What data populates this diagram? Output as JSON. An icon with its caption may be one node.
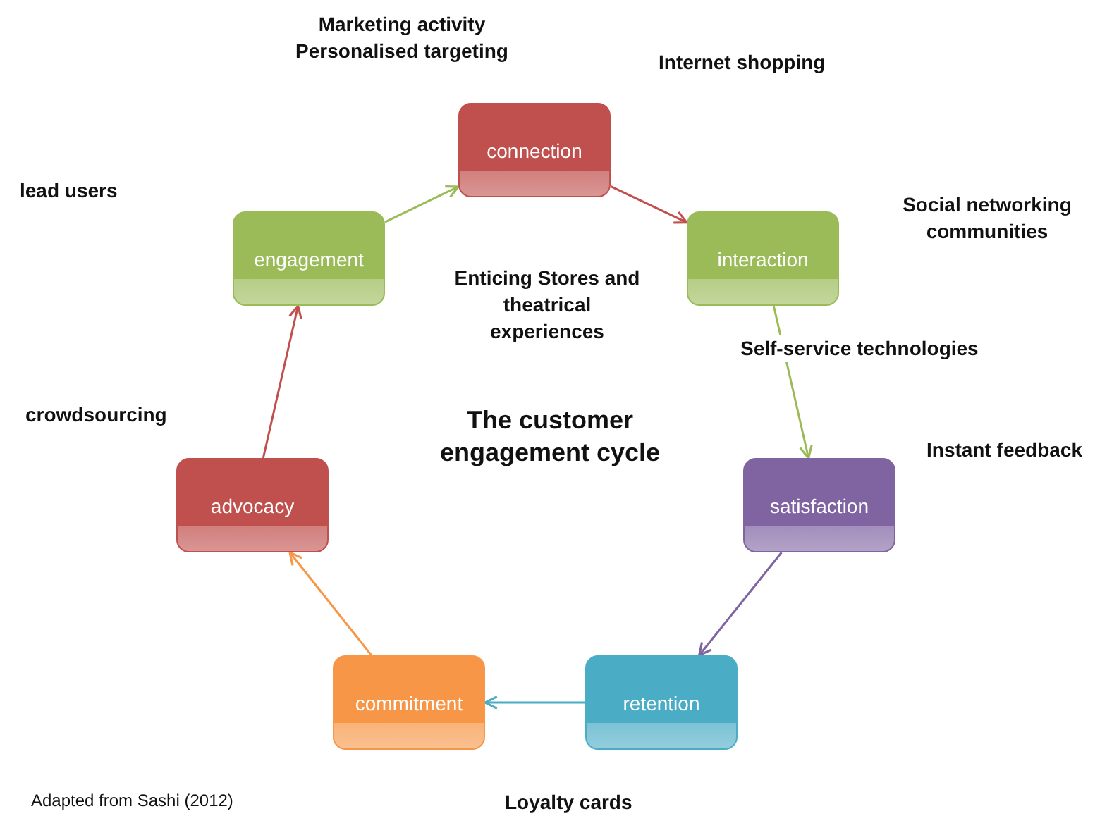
{
  "diagram": {
    "title": "The customer engagement cycle",
    "nodes": [
      {
        "text": [
          "connection"
        ]
      },
      {
        "text": [
          "interaction"
        ]
      },
      {
        "text": [
          "satisfaction"
        ]
      },
      {
        "text": [
          "retention"
        ]
      },
      {
        "text": [
          "commitment"
        ]
      },
      {
        "text": [
          "advocacy"
        ]
      },
      {
        "text": [
          "engagement"
        ]
      }
    ],
    "edges": [
      {
        "from": 6,
        "to": 0,
        "arrow": "to",
        "color": "#9bbb59"
      },
      {
        "from": 0,
        "to": 1,
        "arrow": "to",
        "color": "#c0504d"
      },
      {
        "from": 1,
        "to": 2,
        "arrow": "to",
        "color": "#9bbb59"
      },
      {
        "from": 2,
        "to": 3,
        "arrow": "to",
        "color": "#8064a2"
      },
      {
        "from": 3,
        "to": 4,
        "arrow": "to",
        "color": "#4bacc6"
      },
      {
        "from": 4,
        "to": 5,
        "arrow": "to",
        "color": "#f79646"
      },
      {
        "from": 5,
        "to": 6,
        "arrow": "to",
        "color": "#c0504d"
      }
    ],
    "labels": [
      "Marketing activity Personalised targeting",
      "Internet shopping",
      "lead users",
      "Social networking communities",
      "Enticing Stores and theatrical experiences",
      "Self-service technologies",
      "crowdsourcing",
      "Instant feedback",
      "Loyalty cards",
      "Adapted from Sashi (2012)"
    ]
  }
}
